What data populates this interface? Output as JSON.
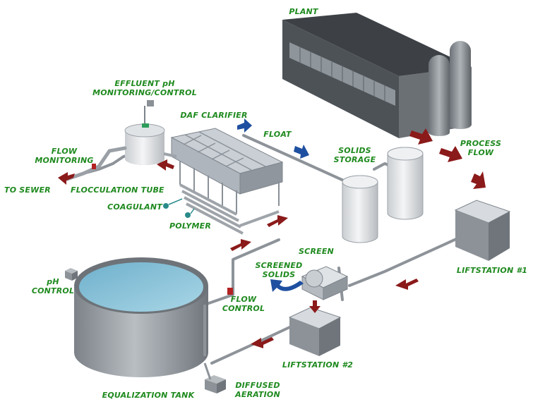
{
  "labels": {
    "plant": "PLANT",
    "effluent_ph": "EFFLUENT pH\nMONITORING/CONTROL",
    "daf_clarifier": "DAF CLARIFIER",
    "float": "FLOAT",
    "solids_storage": "SOLIDS\nSTORAGE",
    "process_flow": "PROCESS\nFLOW",
    "flow_monitoring": "FLOW\nMONITORING",
    "to_sewer": "TO SEWER",
    "flocculation_tube": "FLOCCULATION TUBE",
    "coagulant": "COAGULANT",
    "polymer": "POLYMER",
    "screen": "SCREEN",
    "screened_solids": "SCREENED\nSOLIDS",
    "liftstation_1": "LIFTSTATION #1",
    "ph_control": "pH\nCONTROL",
    "flow_control": "FLOW\nCONTROL",
    "liftstation_2": "LIFTSTATION #2",
    "diffused_aeration": "DIFFUSED\nAERATION",
    "equalization_tank": "EQUALIZATION TANK"
  },
  "colors": {
    "label_text": "#1f8a1f",
    "flow_arrow": "#8b1a1a",
    "float_arrow": "#1f4fa0",
    "water": "#8fc6dc",
    "equipment_grey": "#9aa0a6",
    "chemical_dot": "#2a8a8a"
  }
}
